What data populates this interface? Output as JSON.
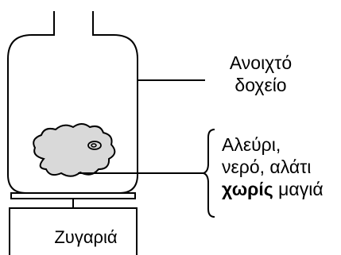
{
  "labels": {
    "container_line1": "Ανοιχτό",
    "container_line2": "δοχείο",
    "contents_line1": "Αλεύρι,",
    "contents_line2": "νερό, αλάτι",
    "contents_line3_bold": "χωρίς",
    "contents_line3_rest": " μαγιά",
    "scale": "Ζυγαριά"
  },
  "colors": {
    "stroke": "#000000",
    "dough_fill": "#d9d9d9",
    "background": "#ffffff"
  }
}
